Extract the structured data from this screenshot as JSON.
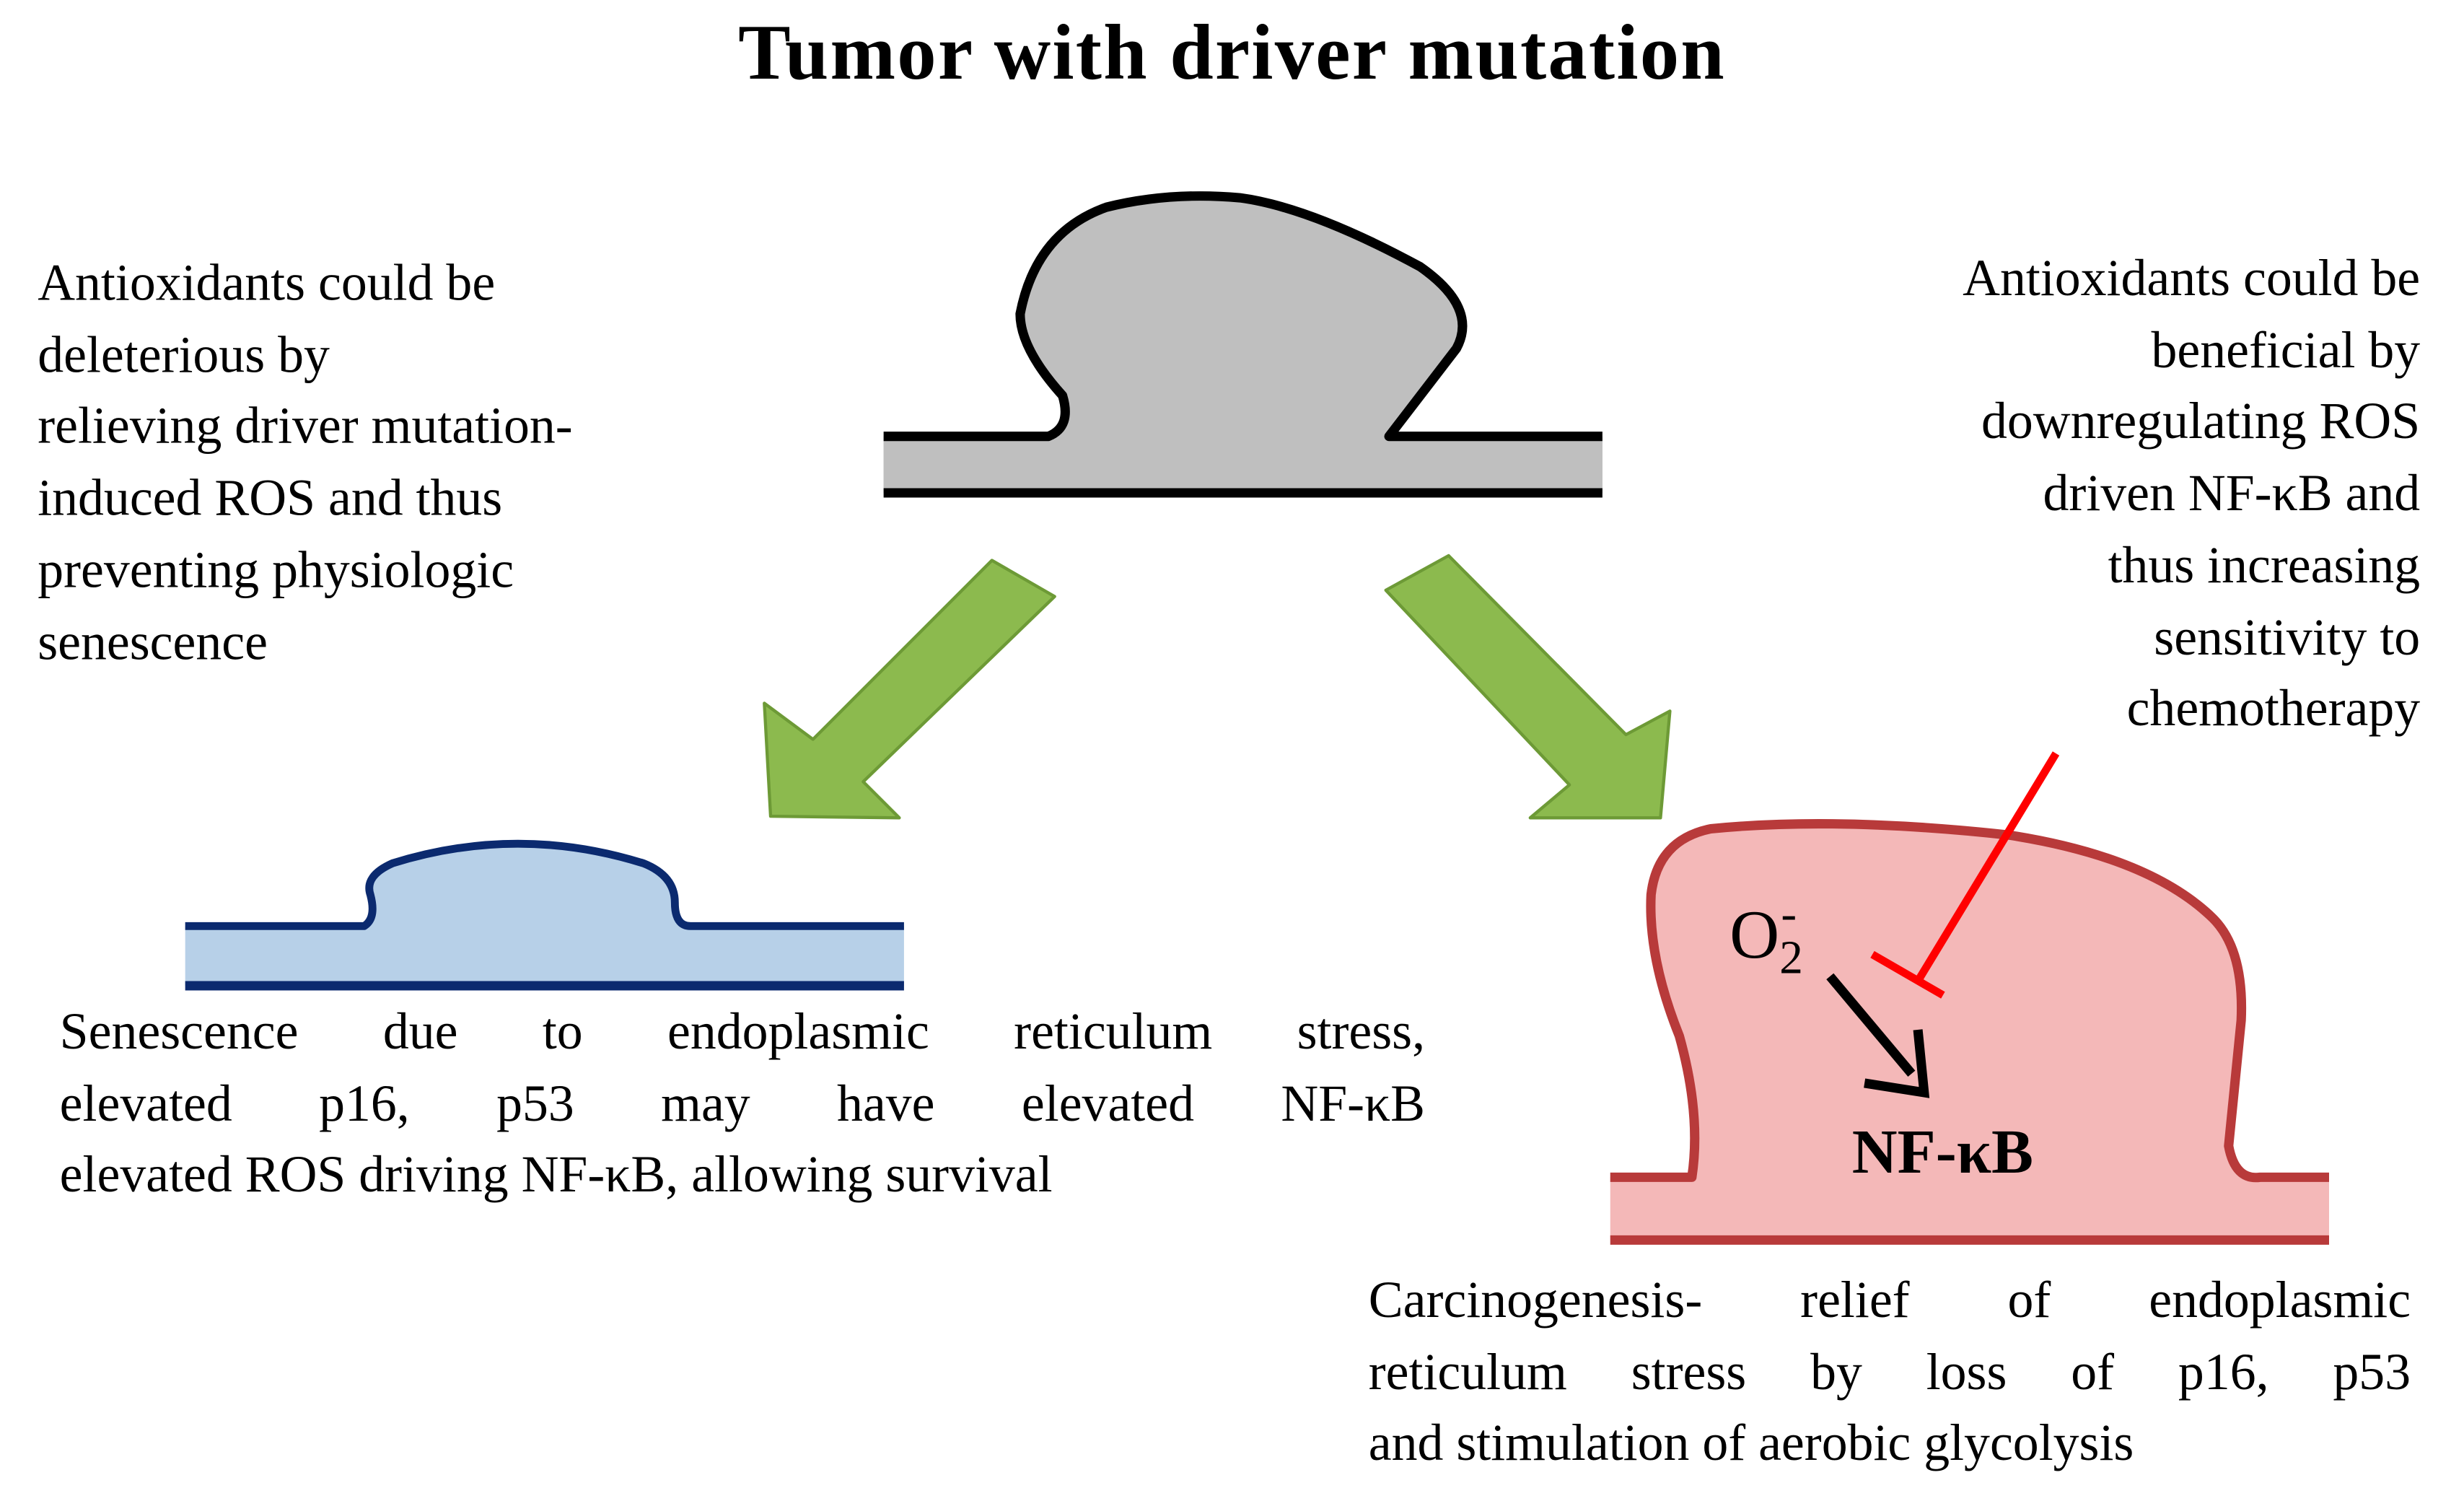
{
  "title": "Tumor with driver mutation",
  "left_note": {
    "lines": [
      "Antioxidants could be",
      "deleterious by",
      "relieving driver mutation-",
      "induced ROS and thus",
      "preventing physiologic",
      "senescence"
    ]
  },
  "right_note": {
    "lines": [
      "Antioxidants could be",
      "beneficial by",
      "downregulating ROS",
      "driven NF-κB and",
      "thus increasing",
      "sensitivity to",
      "chemotherapy"
    ]
  },
  "senescence_caption": {
    "lines": [
      "Senescence due to endoplasmic reticulum stress,",
      "elevated p16, p53 may have elevated NF-κB",
      "elevated ROS driving NF-κB, allowing survival"
    ]
  },
  "carcinogenesis_caption": {
    "lines": [
      "Carcinogenesis- relief of endoplasmic",
      "reticulum stress by loss of p16, p53",
      "and stimulation of aerobic glycolysis"
    ]
  },
  "o2_label": {
    "main": "O",
    "sub": "2",
    "sup": "-"
  },
  "nfkb_label": "NF-κB",
  "colors": {
    "tumor_fill": "#bfbfbf",
    "senescence_fill": "#b7d0e8",
    "senescence_stroke": "#0b2a6f",
    "carcinogenesis_fill": "#f4b8b8",
    "carcinogenesis_stroke": "#b83a3a",
    "arrow_fill": "#8cba4e",
    "arrow_stroke": "#6d9a36",
    "inhibition_line": "#ff0000"
  }
}
